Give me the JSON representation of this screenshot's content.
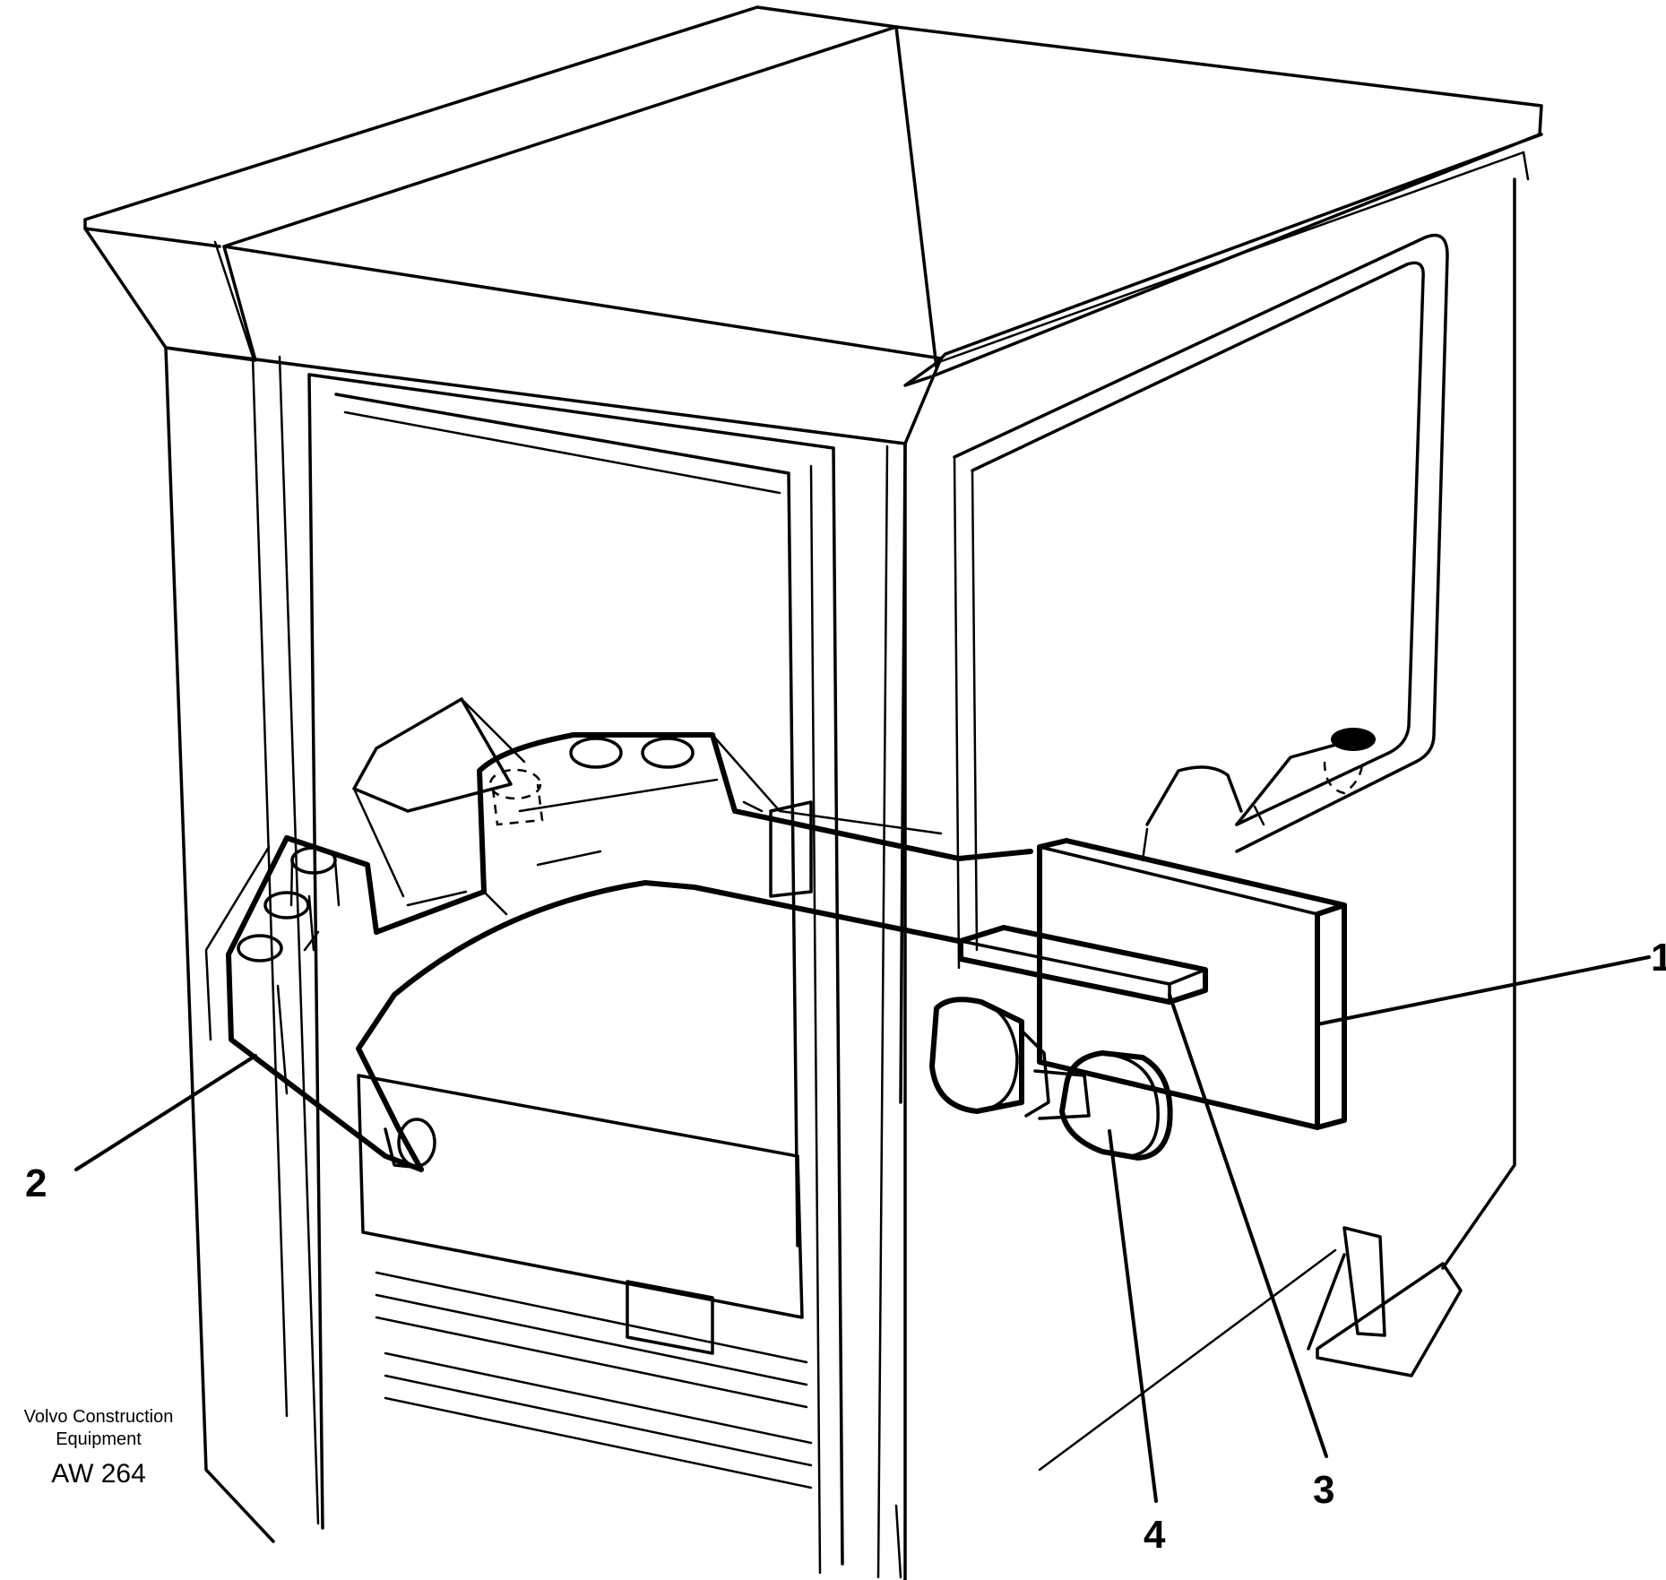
{
  "callouts": [
    {
      "id": "1",
      "label": "1"
    },
    {
      "id": "2",
      "label": "2"
    },
    {
      "id": "3",
      "label": "3"
    },
    {
      "id": "4",
      "label": "4"
    }
  ],
  "footer": {
    "brand_line1": "Volvo Construction",
    "brand_line2": "Equipment",
    "code": "AW 264"
  }
}
